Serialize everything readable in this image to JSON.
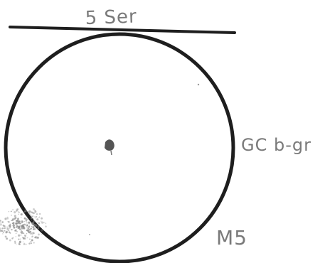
{
  "drawing": {
    "label_top": "5 Ser",
    "label_right": "GC b-gr",
    "label_bottom_right": "M5"
  },
  "colors": {
    "ink": "#1e1e1e",
    "pencil": "#7a7a7a",
    "smudge": "#8c8c8c"
  }
}
